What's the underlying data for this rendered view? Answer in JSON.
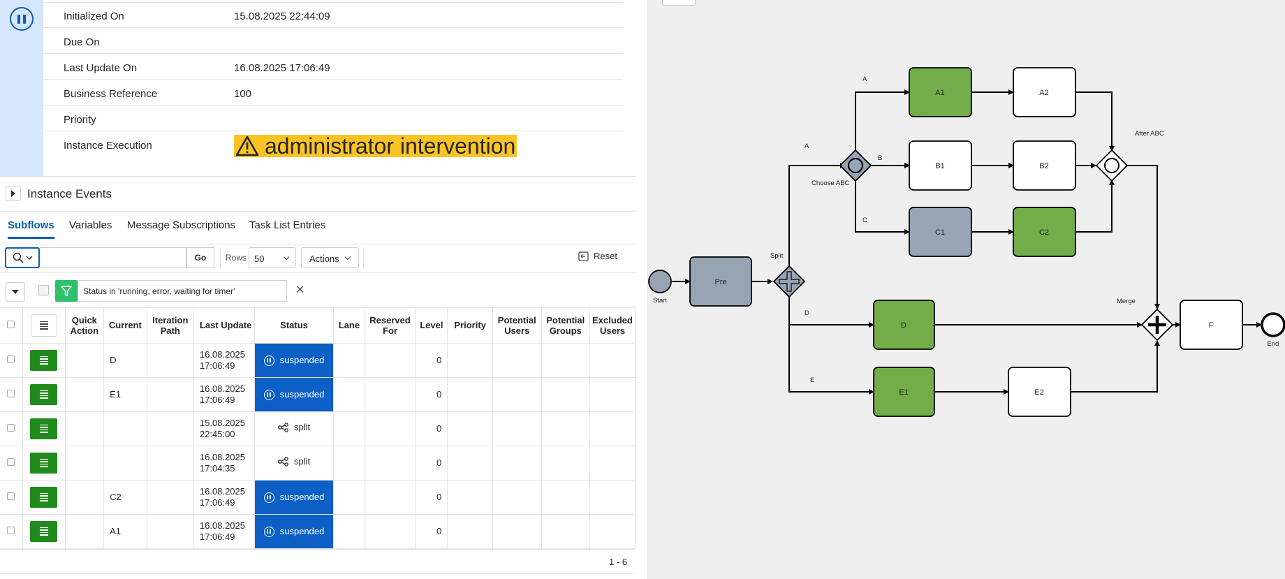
{
  "details": {
    "rows": [
      {
        "label": "Initialized On",
        "value": "15.08.2025 22:44:09"
      },
      {
        "label": "Due On",
        "value": ""
      },
      {
        "label": "Last Update On",
        "value": "16.08.2025 17:06:49"
      },
      {
        "label": "Business Reference",
        "value": "100"
      },
      {
        "label": "Priority",
        "value": ""
      },
      {
        "label": "Instance Execution",
        "value": "administrator intervention"
      }
    ]
  },
  "events": {
    "title": "Instance Events"
  },
  "tabs": [
    {
      "label": "Subflows",
      "active": true
    },
    {
      "label": "Variables",
      "active": false
    },
    {
      "label": "Message Subscriptions",
      "active": false
    },
    {
      "label": "Task List Entries",
      "active": false
    }
  ],
  "toolbar": {
    "search_placeholder": "",
    "go_label": "Go",
    "rows_label": "Rows",
    "rows_value": "50",
    "actions_label": "Actions",
    "reset_label": "Reset"
  },
  "filter": {
    "text": "Status in 'running, error, waiting for timer'"
  },
  "table": {
    "columns": [
      "Quick Action",
      "Current",
      "Iteration Path",
      "Last Update",
      "Status",
      "Lane",
      "Reserved For",
      "Level",
      "Priority",
      "Potential Users",
      "Potential Groups",
      "Excluded Users"
    ],
    "rows": [
      {
        "current": "D",
        "iteration": "",
        "last_update_date": "16.08.2025",
        "last_update_time": "17:06:49",
        "status": "suspended",
        "lane": "",
        "reserved": "",
        "level": "0"
      },
      {
        "current": "E1",
        "iteration": "",
        "last_update_date": "16.08.2025",
        "last_update_time": "17:06:49",
        "status": "suspended",
        "lane": "",
        "reserved": "",
        "level": "0"
      },
      {
        "current": "",
        "iteration": "",
        "last_update_date": "15.08.2025",
        "last_update_time": "22:45:00",
        "status": "split",
        "lane": "",
        "reserved": "",
        "level": "0"
      },
      {
        "current": "",
        "iteration": "",
        "last_update_date": "16.08.2025",
        "last_update_time": "17:04:35",
        "status": "split",
        "lane": "",
        "reserved": "",
        "level": "0"
      },
      {
        "current": "C2",
        "iteration": "",
        "last_update_date": "16.08.2025",
        "last_update_time": "17:06:49",
        "status": "suspended",
        "lane": "",
        "reserved": "",
        "level": "0"
      },
      {
        "current": "A1",
        "iteration": "",
        "last_update_date": "16.08.2025",
        "last_update_time": "17:06:49",
        "status": "suspended",
        "lane": "",
        "reserved": "",
        "level": "0"
      }
    ],
    "pagination": "1 - 6"
  },
  "diagram": {
    "nodes": {
      "start": "Start",
      "pre": "Pre",
      "split": "Split",
      "choose": "Choose ABC",
      "a1": "A1",
      "a2": "A2",
      "b1": "B1",
      "b2": "B2",
      "c1": "C1",
      "c2": "C2",
      "after": "After ABC",
      "d": "D",
      "e1": "E1",
      "e2": "E2",
      "merge": "Merge",
      "f": "F",
      "end": "End"
    },
    "edges": {
      "a_outer": "A",
      "a_inner": "A",
      "b": "B",
      "c": "C",
      "d": "D",
      "e": "E"
    },
    "colors": {
      "completed": "#72ad4a",
      "current": "#96a4b4",
      "pending": "#ffffff"
    }
  },
  "colors": {
    "accent": "#0a5fb3",
    "suspended": "#0b5fc5",
    "warning": "#fcc324",
    "quick_action": "#218a1c",
    "filter": "#2ec06a"
  }
}
